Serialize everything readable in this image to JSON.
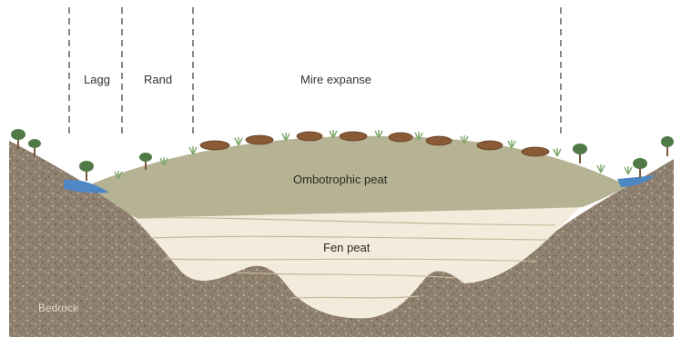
{
  "zones": {
    "lagg": "Lagg",
    "rand": "Rand",
    "mire_expanse": "Mire expanse"
  },
  "layers": {
    "ombotrophic_peat": "Ombotrophic peat",
    "fen_peat": "Fen peat",
    "bedrock": "Bedrock"
  },
  "colors": {
    "bedrock": "#8e7f6e",
    "ombotrophic_peat": "#b6b394",
    "fen_peat": "#f3ebdc",
    "water": "#4f87c4",
    "hummock": "#8a5a36",
    "tree_foliage": "#4f7a47",
    "divider": "#555555"
  },
  "icons": [
    "tree-icon",
    "hummock-icon",
    "grass-tuft-icon",
    "water-pool-icon"
  ]
}
